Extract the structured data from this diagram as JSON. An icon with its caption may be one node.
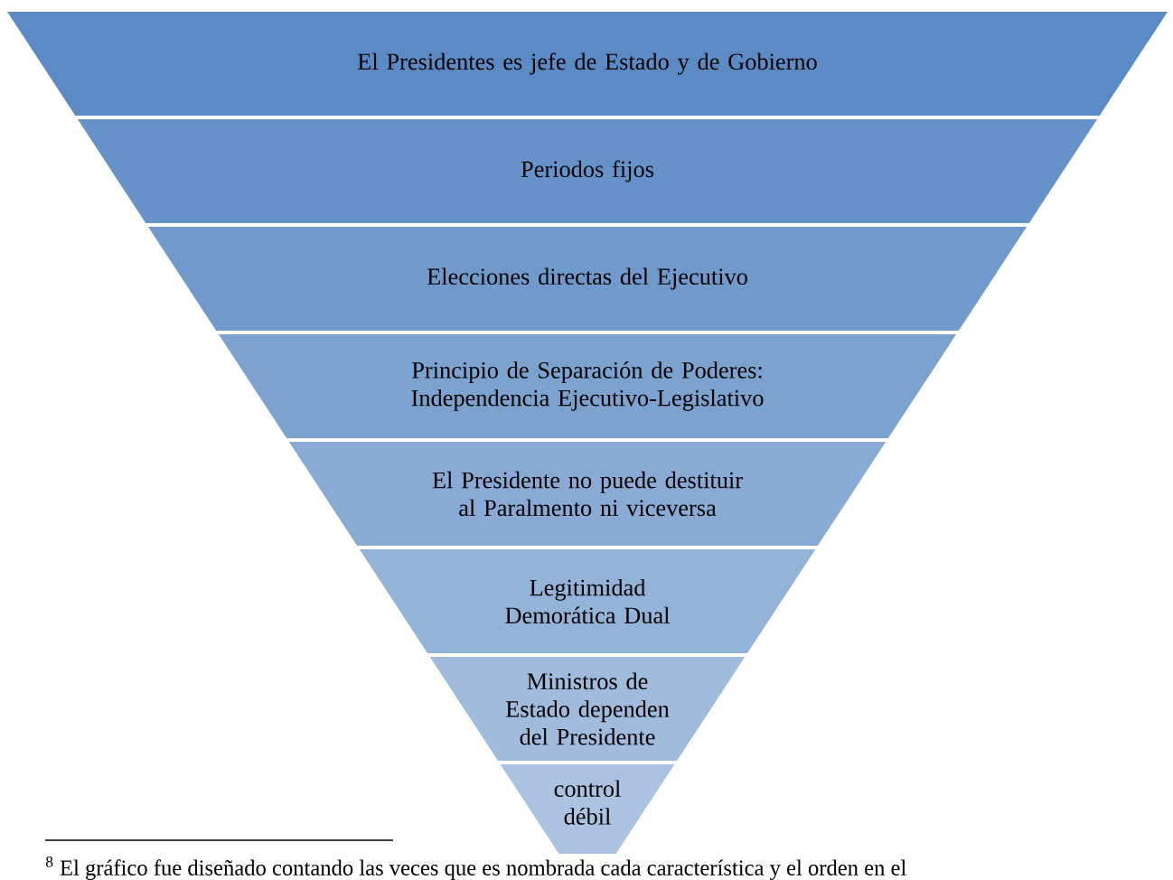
{
  "diagram": {
    "nodes": [
      {
        "text": [
          "El Presidentes es jefe de Estado y de Gobierno"
        ]
      },
      {
        "text": [
          "Periodos fijos"
        ]
      },
      {
        "text": [
          "Elecciones directas del Ejecutivo"
        ]
      },
      {
        "text": [
          "Principio de Separación de Poderes: Independencia Ejecutivo-Legislativo"
        ]
      },
      {
        "text": [
          "El Presidente no puede destituir al Paralmento ni viceversa"
        ]
      },
      {
        "text": [
          "Legitimidad Demorática Dual"
        ]
      },
      {
        "text": [
          "Ministros de Estado dependen del Presidente"
        ]
      },
      {
        "text": [
          "control débil"
        ]
      }
    ],
    "labels": [
      "$^{8}$ El gráfico fue diseñado contando las veces que es nombrada cada característica y el orden en el"
    ]
  }
}
